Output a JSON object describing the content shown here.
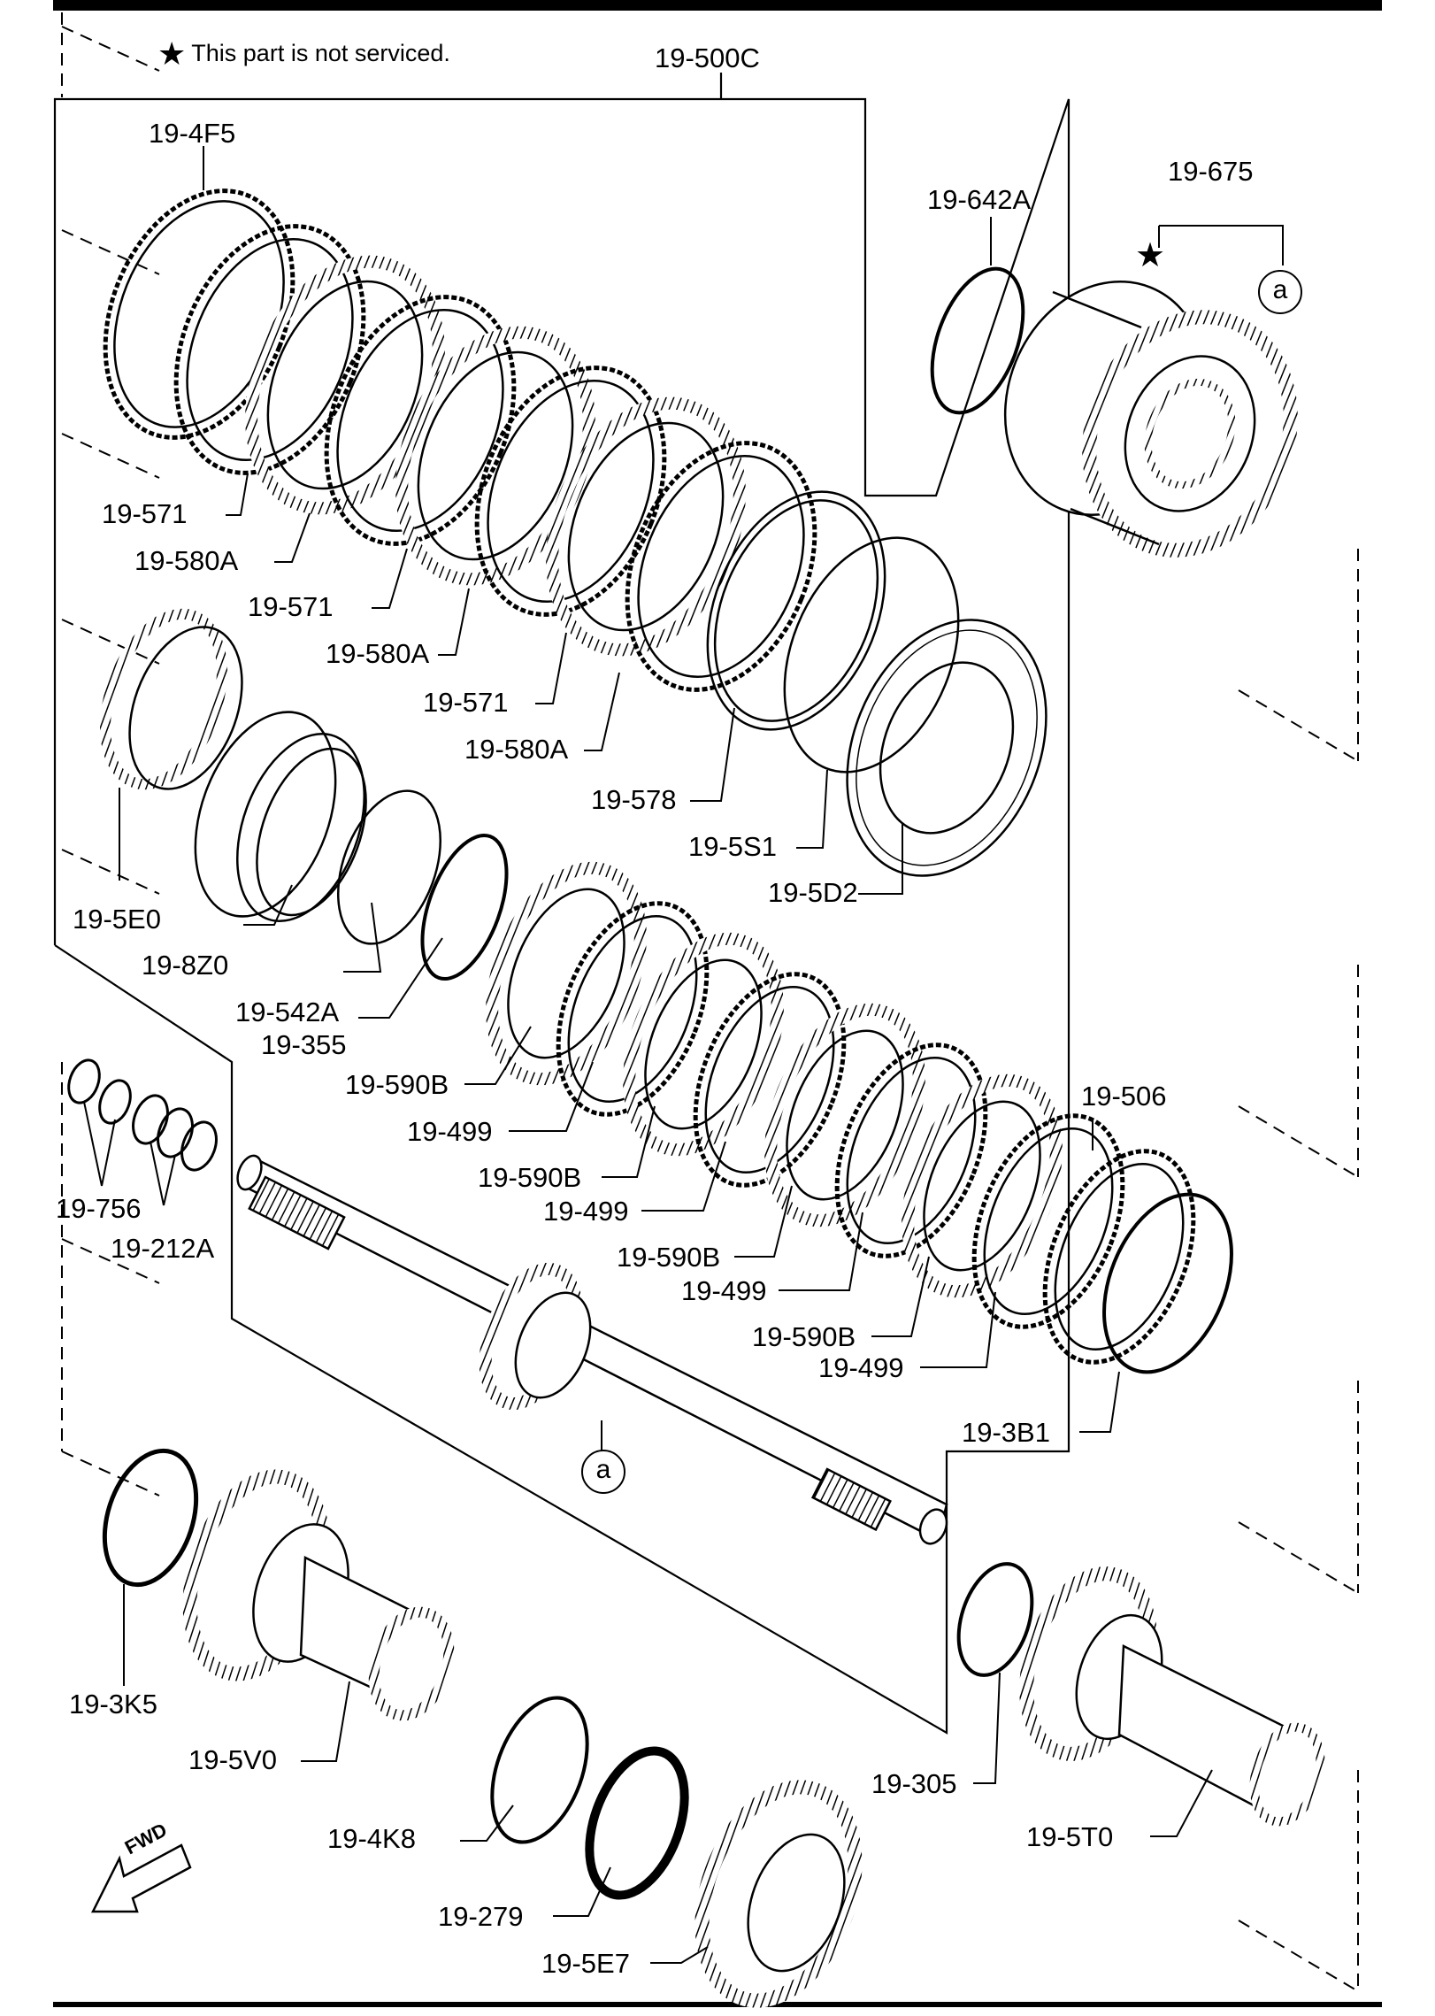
{
  "note": {
    "symbol": "★",
    "text": "This part is not serviced."
  },
  "fwd_label": "FWD",
  "ref_marker": "a",
  "labels": {
    "p500C": "19-500C",
    "p4F5": "19-4F5",
    "p642A": "19-642A",
    "p675": "19-675",
    "p571a": "19-571",
    "p580Aa": "19-580A",
    "p571b": "19-571",
    "p580Ab": "19-580A",
    "p571c": "19-571",
    "p580Ac": "19-580A",
    "p578": "19-578",
    "p5S1": "19-5S1",
    "p5D2": "19-5D2",
    "p5E0": "19-5E0",
    "p8Z0": "19-8Z0",
    "p542A": "19-542A",
    "p355": "19-355",
    "p590Ba": "19-590B",
    "p499a": "19-499",
    "p590Bb": "19-590B",
    "p499b": "19-499",
    "p590Bc": "19-590B",
    "p499c": "19-499",
    "p590Bd": "19-590B",
    "p499d": "19-499",
    "p506": "19-506",
    "p3B1": "19-3B1",
    "p756": "19-756",
    "p212A": "19-212A",
    "p3K5": "19-3K5",
    "p5V0": "19-5V0",
    "p4K8": "19-4K8",
    "p279": "19-279",
    "p5E7": "19-5E7",
    "p305": "19-305",
    "p5T0": "19-5T0"
  }
}
